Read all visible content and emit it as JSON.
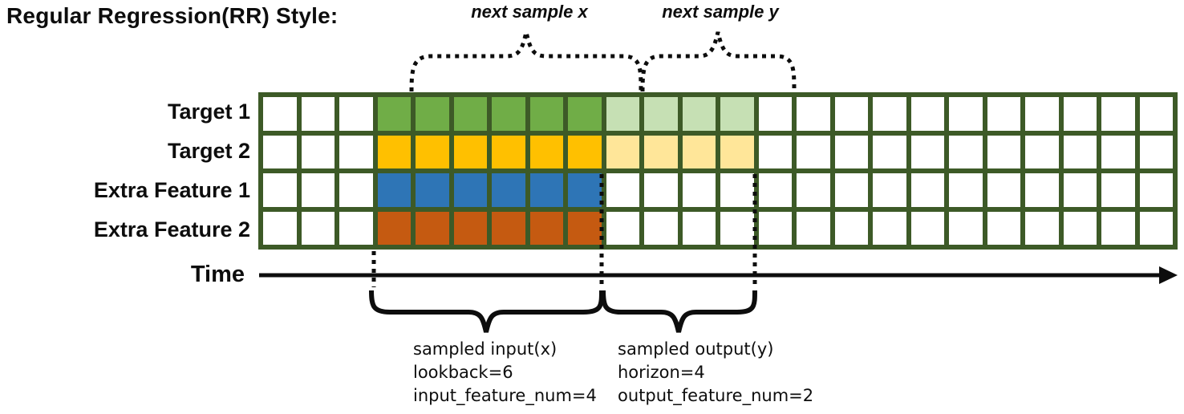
{
  "title": "Regular Regression(RR) Style:",
  "colors": {
    "grid_border": "#3d5a27",
    "ink": "#0d0d0d",
    "target1_input": "#70AD47",
    "target1_output": "#C6E0B4",
    "target2_input": "#FFC000",
    "target2_output": "#FFE699",
    "extra1_input": "#2E75B6",
    "extra2_input": "#C55A11"
  },
  "grid": {
    "columns": 24,
    "input_start": 3,
    "lookback": 6,
    "horizon": 4,
    "rows": [
      {
        "label": "Target 1",
        "input_color": "#70AD47",
        "output_color": "#C6E0B4",
        "has_output": true
      },
      {
        "label": "Target 2",
        "input_color": "#FFC000",
        "output_color": "#FFE699",
        "has_output": true
      },
      {
        "label": "Extra Feature 1",
        "input_color": "#2E75B6",
        "output_color": null,
        "has_output": false
      },
      {
        "label": "Extra Feature 2",
        "input_color": "#C55A11",
        "output_color": null,
        "has_output": false
      }
    ]
  },
  "annotations": {
    "next_sample_x": "next sample x",
    "next_sample_y": "next sample y",
    "time_label": "Time",
    "input_block": [
      "sampled input(x)",
      "lookback=6",
      "input_feature_num=4"
    ],
    "output_block": [
      "sampled output(y)",
      "horizon=4",
      "output_feature_num=2"
    ]
  }
}
